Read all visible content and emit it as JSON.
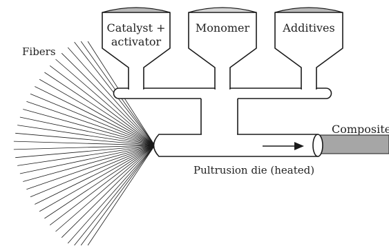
{
  "colors": {
    "stroke": "#1a1a1a",
    "hopper_top": "#b8b8b8",
    "hopper_top_light": "#d6d6d6",
    "composite": "#a6a6a6"
  },
  "hoppers": [
    {
      "line1": "Catalyst +",
      "line2": "activator"
    },
    {
      "line1": "Monomer",
      "line2": ""
    },
    {
      "line1": "Additives",
      "line2": ""
    }
  ],
  "labels": {
    "fibers": "Fibers",
    "composite": "Composite",
    "die": "Pultrusion die (heated)"
  },
  "icons": {
    "flow_arrow": "arrow-right-icon"
  }
}
